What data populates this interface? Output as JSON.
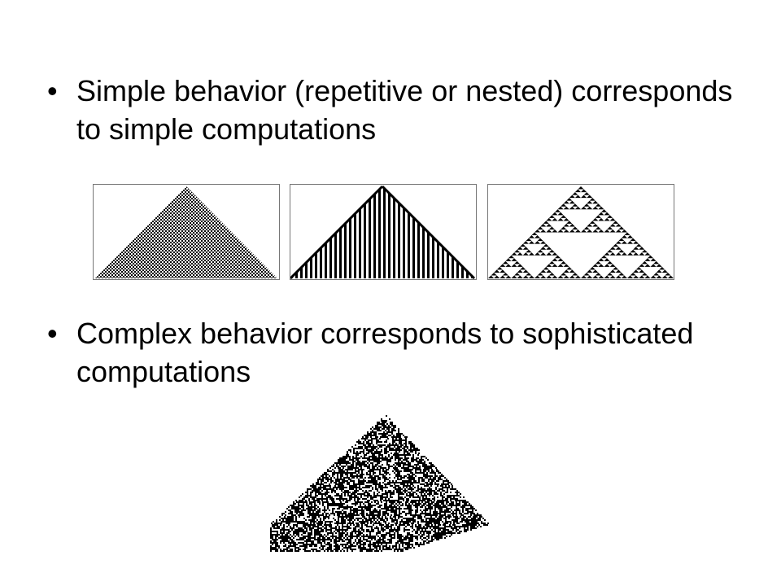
{
  "slide": {
    "bullet_glyph": "•",
    "bullets": [
      {
        "text": "Simple behavior (repetitive or nested) corresponds to simple computations"
      },
      {
        "text": "Complex behavior corresponds to sophisticated computations"
      }
    ]
  },
  "patterns": {
    "simple": [
      {
        "kind": "checkerboard-triangle"
      },
      {
        "kind": "striped-triangle"
      },
      {
        "kind": "sierpinski-triangle"
      }
    ],
    "complex": {
      "kind": "random-textured-triangle"
    }
  }
}
